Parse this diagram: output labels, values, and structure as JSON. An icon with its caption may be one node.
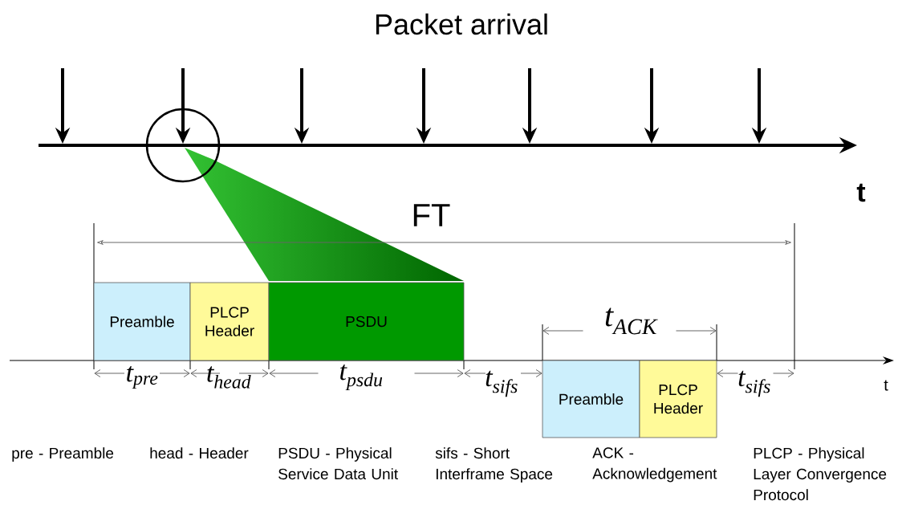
{
  "diagram": {
    "title": "Packet arrival",
    "nodes": [
      {
        "text": [
          "Preamble"
        ]
      },
      {
        "text": [
          "PLCP Header"
        ]
      },
      {
        "text": [
          "PSDU"
        ]
      },
      {
        "text": [
          "Preamble"
        ]
      },
      {
        "text": [
          "PLCP Header"
        ]
      }
    ],
    "labels": [
      "t",
      "FT",
      "t$_{ACK}$",
      "t$_{pre}$",
      "t$_{head}$",
      "t$_{psdu}$",
      "t$_{sifs}$",
      "t$_{sifs}$",
      "t",
      "pre - Preamble",
      "head - Header",
      "PSDU - Physical Service Data Unit",
      "sifs - Short Interframe Space",
      "ACK - Acknowledgement",
      "PLCP - Physical Layer Convergence Protocol"
    ]
  }
}
